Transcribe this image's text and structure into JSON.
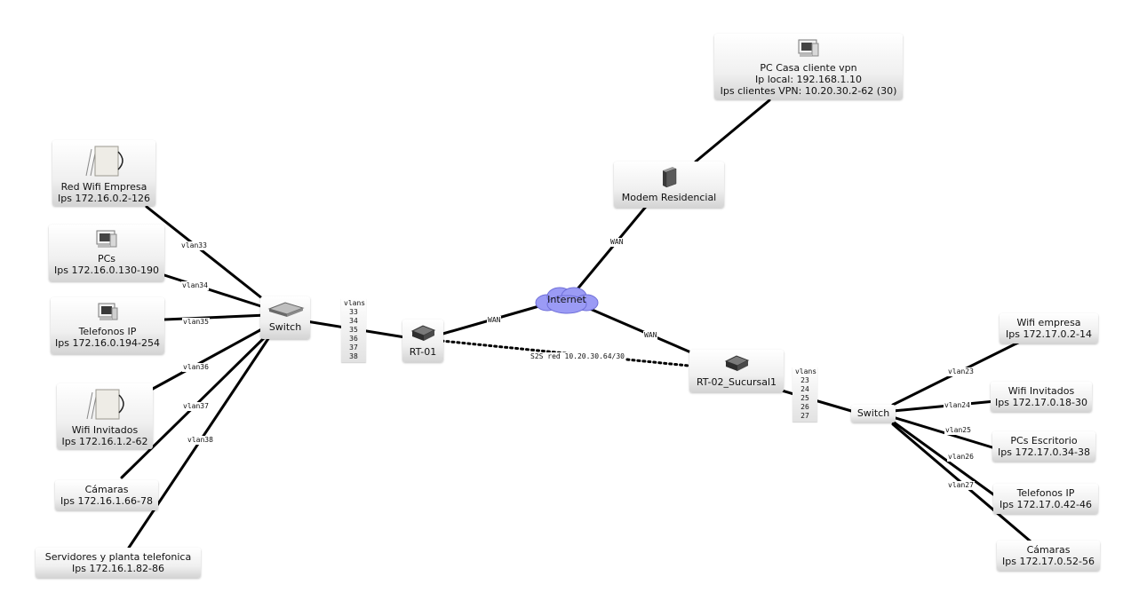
{
  "left": {
    "switch": "Switch",
    "router": "RT-01",
    "wifi_empresa": [
      "Red Wifi Empresa",
      "Ips 172.16.0.2-126"
    ],
    "pcs": [
      "PCs",
      "Ips 172.16.0.130-190"
    ],
    "telefonos": [
      "Telefonos IP",
      "Ips 172.16.0.194-254"
    ],
    "wifi_invitados": [
      "Wifi Invitados",
      "Ips 172.16.1.2-62"
    ],
    "camaras": [
      "Cámaras",
      "Ips 172.16.1.66-78"
    ],
    "servidores": [
      "Servidores y planta telefonica",
      "Ips 172.16.1.82-86"
    ],
    "vlan_edges": [
      "vlan33",
      "vlan34",
      "vlan35",
      "vlan36",
      "vlan37",
      "vlan38"
    ],
    "vlans_title": "vlans",
    "vlans": [
      "33",
      "34",
      "35",
      "36",
      "37",
      "38"
    ]
  },
  "center": {
    "internet": "Internet",
    "modem": "Modem Residencial",
    "pc_casa": [
      "PC Casa cliente vpn",
      "Ip local: 192.168.1.10",
      "Ips clientes VPN: 10.20.30.2-62 (30)"
    ],
    "wan": [
      "WAN",
      "WAN",
      "WAN"
    ],
    "s2s": "S2S red 10.20.30.64/30"
  },
  "right": {
    "router": "RT-02_Sucursal1",
    "switch": "Switch",
    "vlans_title": "vlans",
    "vlans": [
      "23",
      "24",
      "25",
      "26",
      "27"
    ],
    "vlan_edges": [
      "vlan23",
      "vlan24",
      "vlan25",
      "vlan26",
      "vlan27"
    ],
    "wifi_empresa": [
      "Wifi empresa",
      "Ips 172.17.0.2-14"
    ],
    "wifi_invitados": [
      "Wifi Invitados",
      "Ips 172.17.0.18-30"
    ],
    "pcs": [
      "PCs Escritorio",
      "Ips 172.17.0.34-38"
    ],
    "telefonos": [
      "Telefonos IP",
      "Ips 172.17.0.42-46"
    ],
    "camaras": [
      "Cámaras",
      "Ips 172.17.0.52-56"
    ]
  },
  "colors": {
    "link": "#000000",
    "cloud": "#9b9bf5",
    "node_top": "#ffffff",
    "node_bottom": "#d4d4d4"
  },
  "icons": [
    "wifi-ap-icon",
    "pc-icon",
    "ip-phone-icon",
    "switch-icon",
    "router-icon",
    "modem-icon",
    "cloud-icon"
  ]
}
